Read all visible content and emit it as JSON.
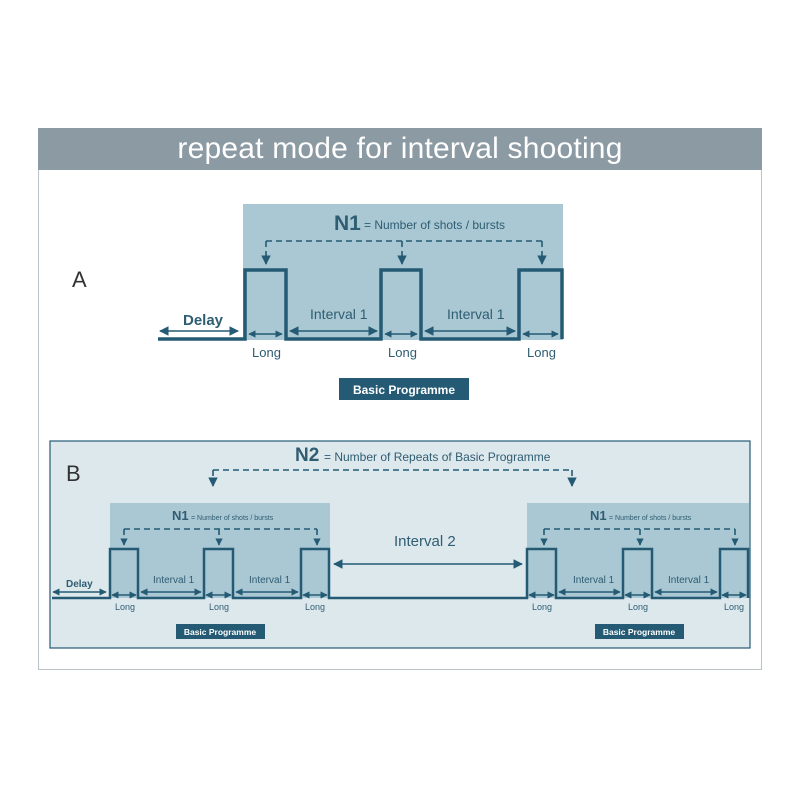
{
  "title": "repeat mode for interval shooting",
  "colors": {
    "title_bar": "#8c9aa3",
    "panel_shade": "#a9c8d3",
    "panel_b_bg": "#dde8ed",
    "signal": "#245a74",
    "label_box": "#245a74"
  },
  "section_a": {
    "letter": "A",
    "n_label": "N1",
    "n_desc": "= Number of shots / bursts",
    "delay": "Delay",
    "interval": "Interval 1",
    "long": "Long",
    "programme": "Basic Programme"
  },
  "section_b": {
    "letter": "B",
    "n2_label": "N2",
    "n2_desc": "= Number of Repeats of Basic Programme",
    "n_label": "N1",
    "n_desc": "= Number of shots / bursts",
    "delay": "Delay",
    "interval": "Interval 1",
    "interval2": "Interval 2",
    "long": "Long",
    "programme": "Basic Programme"
  }
}
